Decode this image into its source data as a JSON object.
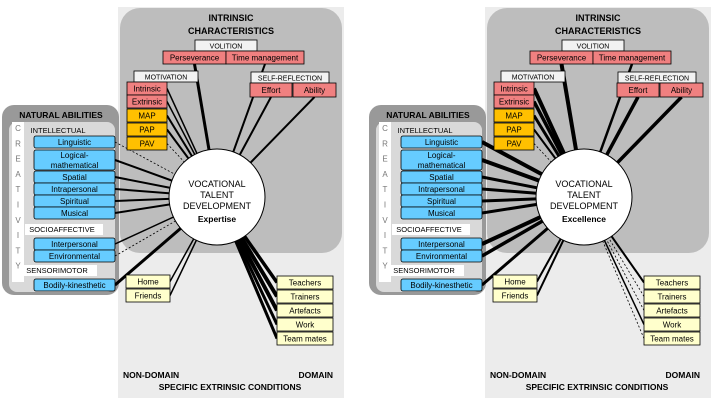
{
  "panels": [
    {
      "intrinsic_title": [
        "INTRINSIC",
        "CHARACTERISTICS"
      ],
      "volition": {
        "label": "VOLITION",
        "items": [
          "Perseverance",
          "Time management"
        ]
      },
      "motivation": {
        "label": "MOTIVATION",
        "items": [
          "Intrinsic",
          "Extrinsic",
          "MAP",
          "PAP",
          "PAV"
        ]
      },
      "self_reflection": {
        "label": "SELF-REFLECTION",
        "items": [
          "Effort",
          "Ability"
        ]
      },
      "natural_abilities": {
        "title": "NATURAL ABILITIES",
        "creativity": [
          "C",
          "R",
          "E",
          "A",
          "T",
          "I",
          "V",
          "I",
          "T",
          "Y"
        ],
        "intellectual": {
          "label": "INTELLECTUAL",
          "items": [
            "Linguistic",
            "Logical-mathematical",
            "Spatial",
            "Intrapersonal",
            "Spiritual",
            "Musical"
          ]
        },
        "socioaffective": {
          "label": "SOCIOAFFECTIVE",
          "items": [
            "Interpersonal",
            "Environmental"
          ]
        },
        "sensorimotor": {
          "label": "SENSORIMOTOR",
          "items": [
            "Bodily-kinesthetic"
          ]
        }
      },
      "center": {
        "lines": [
          "VOCATIONAL",
          "TALENT",
          "DEVELOPMENT"
        ],
        "sub": "Expertise"
      },
      "non_domain": {
        "items": [
          "Home",
          "Friends"
        ]
      },
      "domain": {
        "items": [
          "Teachers",
          "Trainers",
          "Artefacts",
          "Work",
          "Team mates"
        ]
      },
      "bottom": {
        "non_domain": "NON-DOMAIN",
        "domain": "DOMAIN",
        "caption": "SPECIFIC EXTRINSIC CONDITIONS"
      }
    },
    {
      "intrinsic_title": [
        "INTRINSIC",
        "CHARACTERISTICS"
      ],
      "volition": {
        "label": "VOLITION",
        "items": [
          "Perseverance",
          "Time management"
        ]
      },
      "motivation": {
        "label": "MOTIVATION",
        "items": [
          "Intrinsic",
          "Extrinsic",
          "MAP",
          "PAP",
          "PAV"
        ]
      },
      "self_reflection": {
        "label": "SELF-REFLECTION",
        "items": [
          "Effort",
          "Ability"
        ]
      },
      "natural_abilities": {
        "title": "NATURAL ABILITIES",
        "creativity": [
          "C",
          "R",
          "E",
          "A",
          "T",
          "I",
          "V",
          "I",
          "T",
          "Y"
        ],
        "intellectual": {
          "label": "INTELLECTUAL",
          "items": [
            "Linguistic",
            "Logical-mathematical",
            "Spatial",
            "Intrapersonal",
            "Spiritual",
            "Musical"
          ]
        },
        "socioaffective": {
          "label": "SOCIOAFFECTIVE",
          "items": [
            "Interpersonal",
            "Environmental"
          ]
        },
        "sensorimotor": {
          "label": "SENSORIMOTOR",
          "items": [
            "Bodily-kinesthetic"
          ]
        }
      },
      "center": {
        "lines": [
          "VOCATIONAL",
          "TALENT",
          "DEVELOPMENT"
        ],
        "sub": "Excellence"
      },
      "non_domain": {
        "items": [
          "Home",
          "Friends"
        ]
      },
      "domain": {
        "items": [
          "Teachers",
          "Trainers",
          "Artefacts",
          "Work",
          "Team mates"
        ]
      },
      "bottom": {
        "non_domain": "NON-DOMAIN",
        "domain": "DOMAIN",
        "caption": "SPECIFIC EXTRINSIC CONDITIONS"
      }
    }
  ],
  "colors": {
    "red": "#f08080",
    "orange": "#ffc000",
    "blue": "#66ccff",
    "yellow": "#ffffcc",
    "grey_label": "#f2f2f2",
    "panel_light": "#ececec",
    "panel_dark": "#bdbdbd",
    "natural_dark": "#999999",
    "natural_inner": "#d9d9d9"
  }
}
